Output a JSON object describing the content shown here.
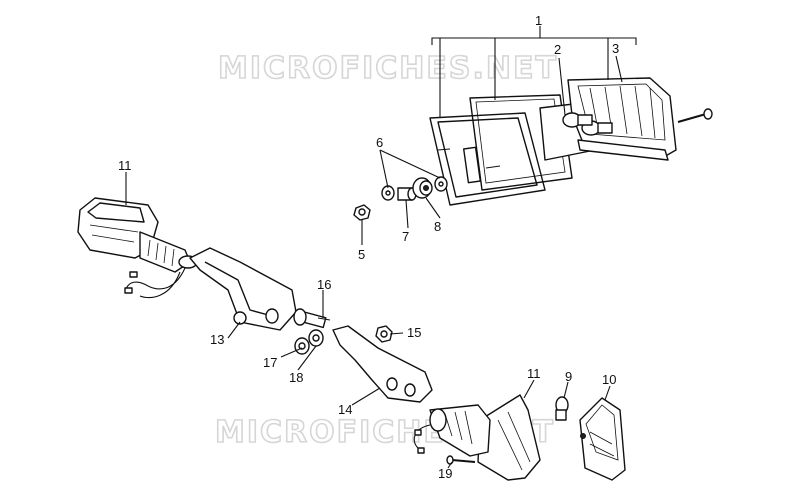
{
  "watermark": "MICROFICHES.NET",
  "callouts": {
    "c1": "1",
    "c2": "2",
    "c3": "3",
    "c5": "5",
    "c6": "6",
    "c7": "7",
    "c8": "8",
    "c9": "9",
    "c10": "10",
    "c11a": "11",
    "c11b": "11",
    "c13": "13",
    "c14": "14",
    "c15": "15",
    "c16": "16",
    "c17": "17",
    "c18": "18",
    "c19": "19"
  }
}
